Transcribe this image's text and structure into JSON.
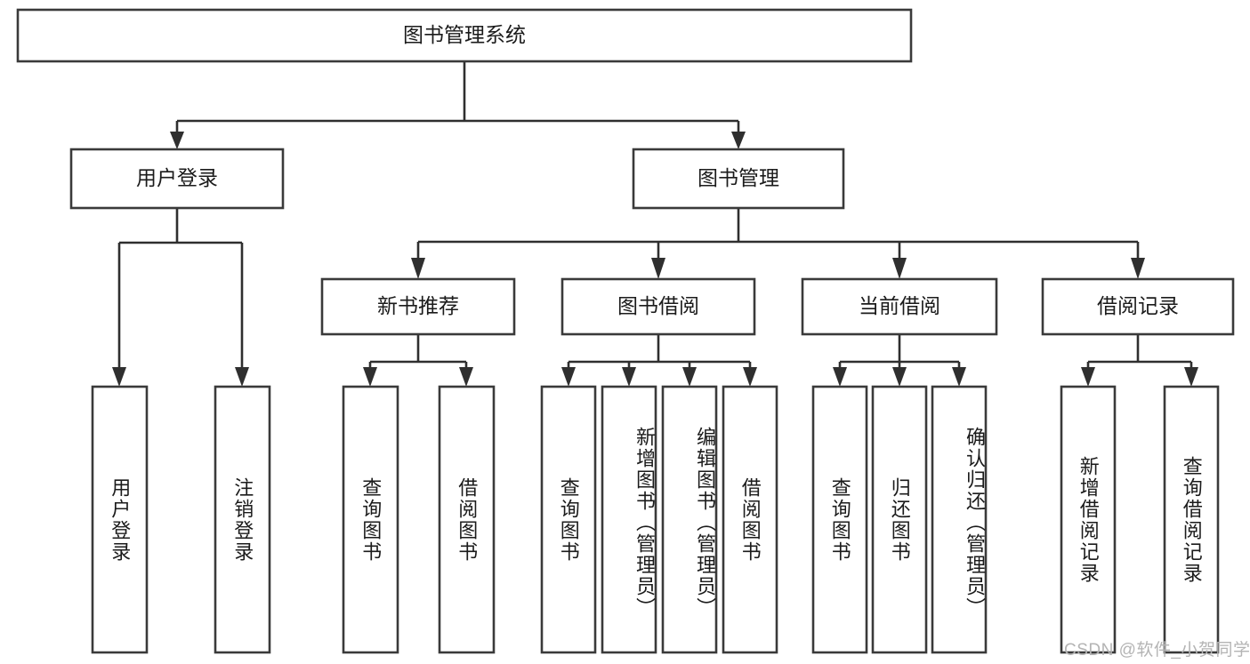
{
  "diagram": {
    "type": "tree-hierarchy",
    "title_node": {
      "label": "图书管理系统",
      "level": 0
    },
    "level2": [
      {
        "id": "user-login",
        "label": "用户登录"
      },
      {
        "id": "book-management",
        "label": "图书管理"
      }
    ],
    "level3": [
      {
        "id": "new-book-recommend",
        "label": "新书推荐",
        "parent": "book-management"
      },
      {
        "id": "book-borrow",
        "label": "图书借阅",
        "parent": "book-management"
      },
      {
        "id": "current-borrow",
        "label": "当前借阅",
        "parent": "book-management"
      },
      {
        "id": "borrow-record",
        "label": "借阅记录",
        "parent": "book-management"
      }
    ],
    "leaves": [
      {
        "id": "leaf-user-login",
        "label": "用户登录",
        "parent": "user-login"
      },
      {
        "id": "leaf-user-logout",
        "label": "注销登录",
        "parent": "user-login"
      },
      {
        "id": "leaf-query-book-1",
        "label": "查询图书",
        "parent": "new-book-recommend"
      },
      {
        "id": "leaf-borrow-book-1",
        "label": "借阅图书",
        "parent": "new-book-recommend"
      },
      {
        "id": "leaf-query-book-2",
        "label": "查询图书",
        "parent": "book-borrow"
      },
      {
        "id": "leaf-add-book",
        "label": "新增图书（管理员）",
        "parent": "book-borrow"
      },
      {
        "id": "leaf-edit-book",
        "label": "编辑图书（管理员）",
        "parent": "book-borrow"
      },
      {
        "id": "leaf-borrow-book-2",
        "label": "借阅图书",
        "parent": "book-borrow"
      },
      {
        "id": "leaf-query-book-3",
        "label": "查询图书",
        "parent": "current-borrow"
      },
      {
        "id": "leaf-return-book",
        "label": "归还图书",
        "parent": "current-borrow"
      },
      {
        "id": "leaf-confirm-return",
        "label": "确认归还（管理员）",
        "parent": "current-borrow"
      },
      {
        "id": "leaf-add-record",
        "label": "新增借阅记录",
        "parent": "borrow-record"
      },
      {
        "id": "leaf-query-record",
        "label": "查询借阅记录",
        "parent": "borrow-record"
      }
    ]
  },
  "watermark": {
    "text": "CSDN @软件_小贺同学"
  },
  "colors": {
    "box_stroke": "#3a3a3a",
    "connector": "#2f2f2f",
    "text": "#1b1b1b",
    "background": "#ffffff",
    "watermark": "#b4b4b4"
  }
}
